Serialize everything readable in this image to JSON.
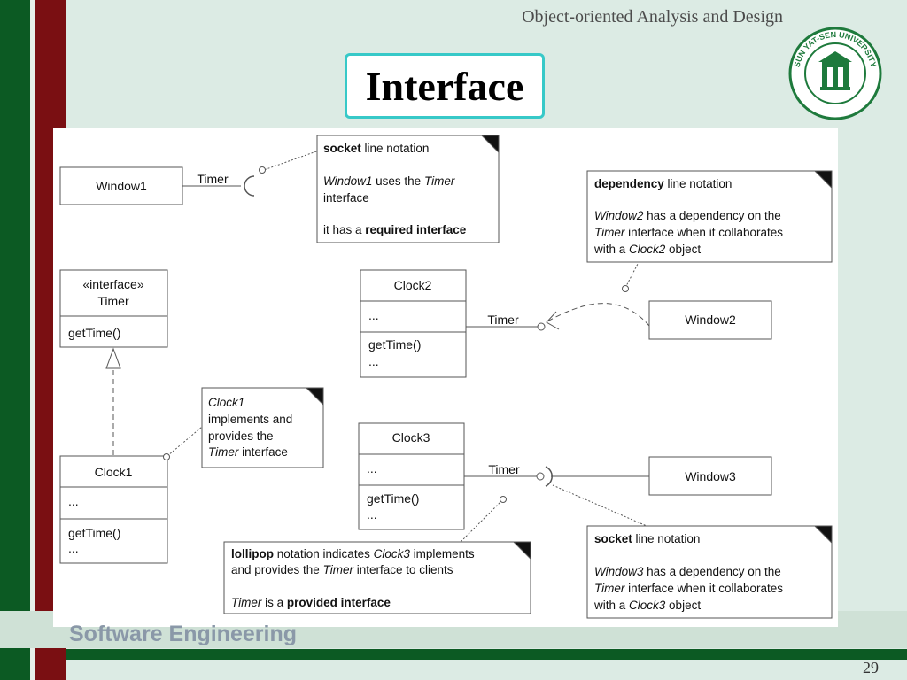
{
  "header": {
    "course_title": "Object-oriented Analysis and Design"
  },
  "slide": {
    "title": "Interface",
    "page_number": "29"
  },
  "footer": {
    "text": "Software Engineering"
  },
  "logo": {
    "text": "SUN YAT-SEN UNIVERSITY"
  },
  "diagram": {
    "window1": "Window1",
    "window2": "Window2",
    "window3": "Window3",
    "timer_label": "Timer",
    "timer_interface": {
      "stereotype": "«interface»",
      "name": "Timer",
      "operation": "getTime()"
    },
    "clock1": {
      "name": "Clock1",
      "attrs": "...",
      "ops1": "getTime()",
      "ops2": "..."
    },
    "clock2": {
      "name": "Clock2",
      "attrs": "...",
      "ops1": "getTime()",
      "ops2": "..."
    },
    "clock3": {
      "name": "Clock3",
      "attrs": "...",
      "ops1": "getTime()",
      "ops2": "..."
    },
    "notes": {
      "socket_required": {
        "l1_bold": "socket",
        "l1_rest": " line notation",
        "l2_italic1": "Window1",
        "l2_mid": " uses the ",
        "l2_italic2": "Timer",
        "l3": "interface",
        "l4_pre": "it has a ",
        "l4_bold": "required interface"
      },
      "dependency": {
        "l1_bold": "dependency",
        "l1_rest": " line notation",
        "l2_italic": "Window2",
        "l2_rest": " has a dependency on the",
        "l3_italic": "Timer",
        "l3_rest": " interface when it collaborates",
        "l4_pre": "with a ",
        "l4_italic": "Clock2",
        "l4_rest": " object"
      },
      "clock1_note": {
        "l1_italic": "Clock1",
        "l2": "implements and",
        "l3": "provides the",
        "l4_italic": "Timer",
        "l4_rest": " interface"
      },
      "lollipop": {
        "l1_bold": "lollipop",
        "l1_mid": " notation indicates ",
        "l1_italic": "Clock3",
        "l1_rest": " implements",
        "l2_pre": "and provides the ",
        "l2_italic": "Timer",
        "l2_rest": " interface to clients",
        "l3_italic": "Timer",
        "l3_mid": " is a ",
        "l3_bold": "provided interface"
      },
      "socket_window3": {
        "l1_bold": "socket",
        "l1_rest": " line notation",
        "l2_italic": "Window3",
        "l2_rest": " has a dependency on the",
        "l3_italic": "Timer",
        "l3_rest": " interface when it collaborates",
        "l4_pre": "with a ",
        "l4_italic": "Clock3",
        "l4_rest": " object"
      }
    }
  },
  "colors": {
    "green": "#0c5a23",
    "red": "#7a0f12",
    "accent": "#37c9c8",
    "background": "#dcebe4"
  }
}
